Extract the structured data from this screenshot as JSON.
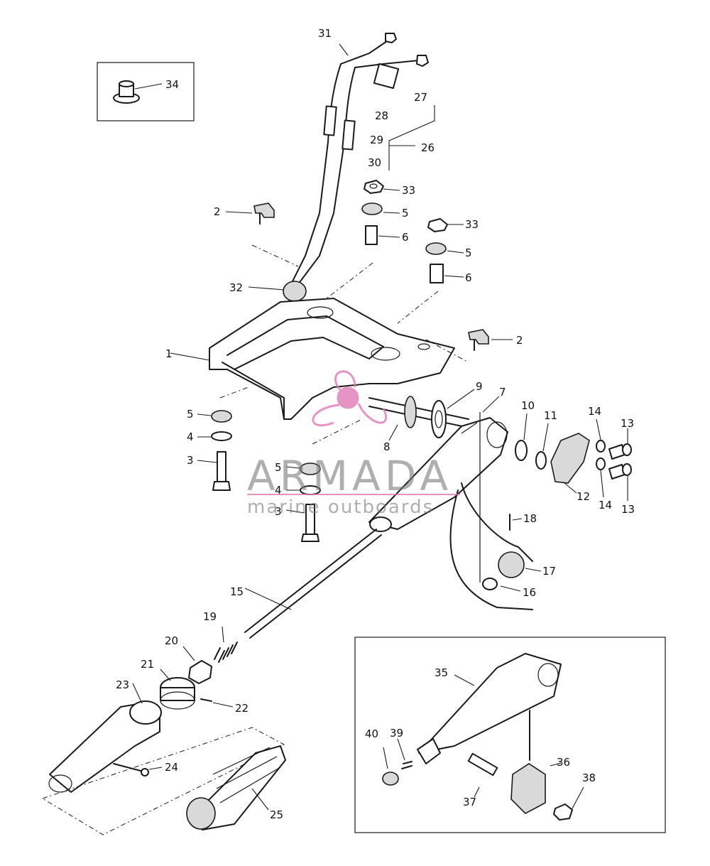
{
  "diagram": {
    "callouts": [
      "1",
      "2",
      "3",
      "4",
      "5",
      "6",
      "7",
      "8",
      "9",
      "10",
      "11",
      "12",
      "13",
      "14",
      "15",
      "16",
      "17",
      "18",
      "19",
      "20",
      "21",
      "22",
      "23",
      "24",
      "25",
      "26",
      "27",
      "28",
      "29",
      "30",
      "31",
      "32",
      "33",
      "34",
      "35",
      "36",
      "37",
      "38",
      "39",
      "40"
    ]
  },
  "watermark": {
    "brand": "ARMADA",
    "tagline": "marine outboards",
    "accent_color": "#e07ab8"
  }
}
